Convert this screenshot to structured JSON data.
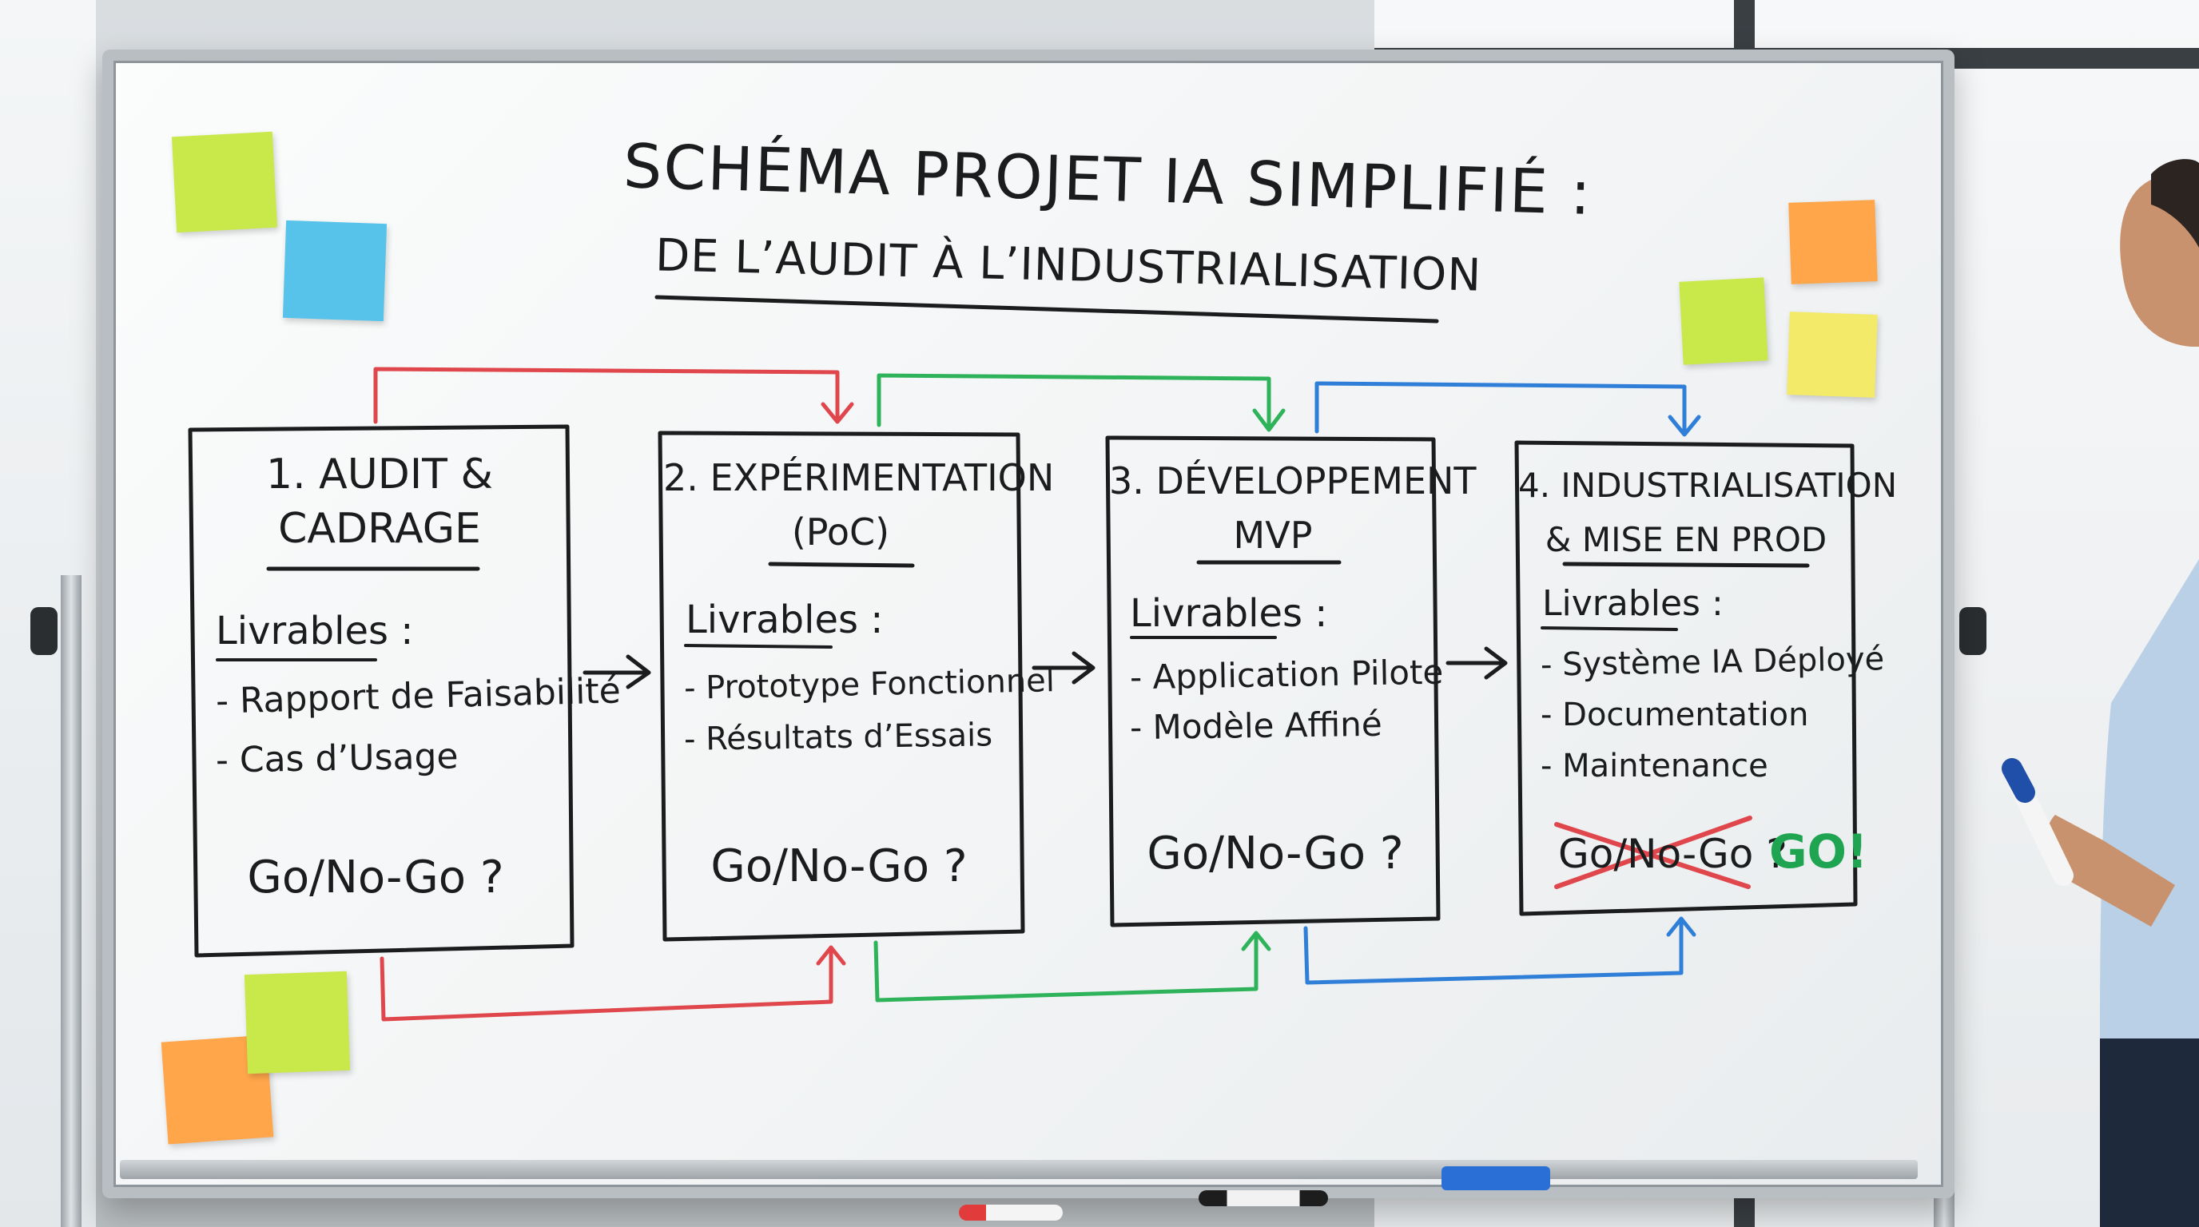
{
  "title": "SCHÉMA PROJET IA SIMPLIFIÉ :",
  "subtitle": "DE L’AUDIT À L’INDUSTRIALISATION",
  "stages": [
    {
      "title_line1": "1. AUDIT &",
      "title_line2": "CADRAGE",
      "livrables": "Livrables :",
      "items": [
        "- Rapport de Faisabilité",
        "- Cas d’Usage"
      ],
      "decision": "Go/No-Go ?"
    },
    {
      "title_line1": "2. EXPÉRIMENTATION",
      "title_line2": "(PoC)",
      "livrables": "Livrables :",
      "items": [
        "- Prototype Fonctionnel",
        "- Résultats d’Essais"
      ],
      "decision": "Go/No-Go ?"
    },
    {
      "title_line1": "3. DÉVELOPPEMENT",
      "title_line2": "MVP",
      "livrables": "Livrables :",
      "items": [
        "- Application Pilote",
        "- Modèle Affiné"
      ],
      "decision": "Go/No-Go ?"
    },
    {
      "title_line1": "4. INDUSTRIALISATION",
      "title_line2": "& MISE EN PROD",
      "livrables": "Livrables :",
      "items": [
        "- Système IA Déployé",
        "- Documentation",
        "- Maintenance"
      ],
      "decision": "Go/No-Go ?",
      "final": "GO!"
    }
  ],
  "colors": {
    "ink": "#1b1c1e",
    "loop_1": "#e0474c",
    "loop_2": "#2fb35a",
    "loop_3": "#2f7fd8",
    "go": "#1fa451",
    "sticky_green": "#c9e84a",
    "sticky_blue": "#57c3ea",
    "sticky_orange": "#ffa64a",
    "sticky_yellow": "#f3ea6a"
  }
}
